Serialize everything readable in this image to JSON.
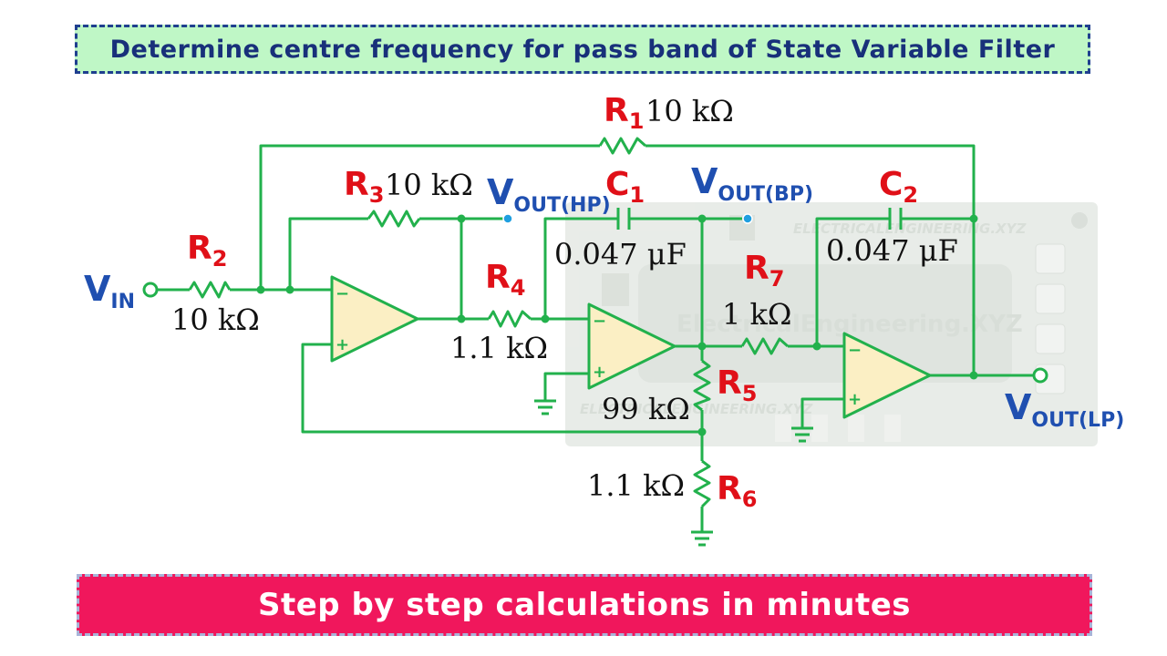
{
  "header": {
    "title": "Determine centre frequency for pass band of State Variable Filter"
  },
  "footer": {
    "text": "Step by step calculations in minutes"
  },
  "watermark": {
    "main": "ElectricalEngineering.XYZ",
    "small": "ELECTRICALENGINEERING.XYZ"
  },
  "components": {
    "R1": {
      "name": "R",
      "sub": "1",
      "value": "10 kΩ"
    },
    "R2": {
      "name": "R",
      "sub": "2",
      "value": "10 kΩ"
    },
    "R3": {
      "name": "R",
      "sub": "3",
      "value": "10 kΩ"
    },
    "R4": {
      "name": "R",
      "sub": "4",
      "value": "1.1 kΩ"
    },
    "R5": {
      "name": "R",
      "sub": "5",
      "value": "99 kΩ"
    },
    "R6": {
      "name": "R",
      "sub": "6",
      "value": "1.1 kΩ"
    },
    "R7": {
      "name": "R",
      "sub": "7",
      "value": "1 kΩ"
    },
    "C1": {
      "name": "C",
      "sub": "1",
      "value": "0.047 μF"
    },
    "C2": {
      "name": "C",
      "sub": "2",
      "value": "0.047 μF"
    }
  },
  "nodes": {
    "vin": {
      "main": "V",
      "sub": "IN"
    },
    "vout_hp": {
      "main": "V",
      "sub": "OUT(HP)"
    },
    "vout_bp": {
      "main": "V",
      "sub": "OUT(BP)"
    },
    "vout_lp": {
      "main": "V",
      "sub": "OUT(LP)"
    }
  },
  "colors": {
    "wire": "#22b14c",
    "opamp_fill": "#fbefc4",
    "component_label": "#e01018",
    "node_label": "#1f4fb0",
    "header_bg": "#bff7c6",
    "footer_bg": "#f0175c"
  }
}
